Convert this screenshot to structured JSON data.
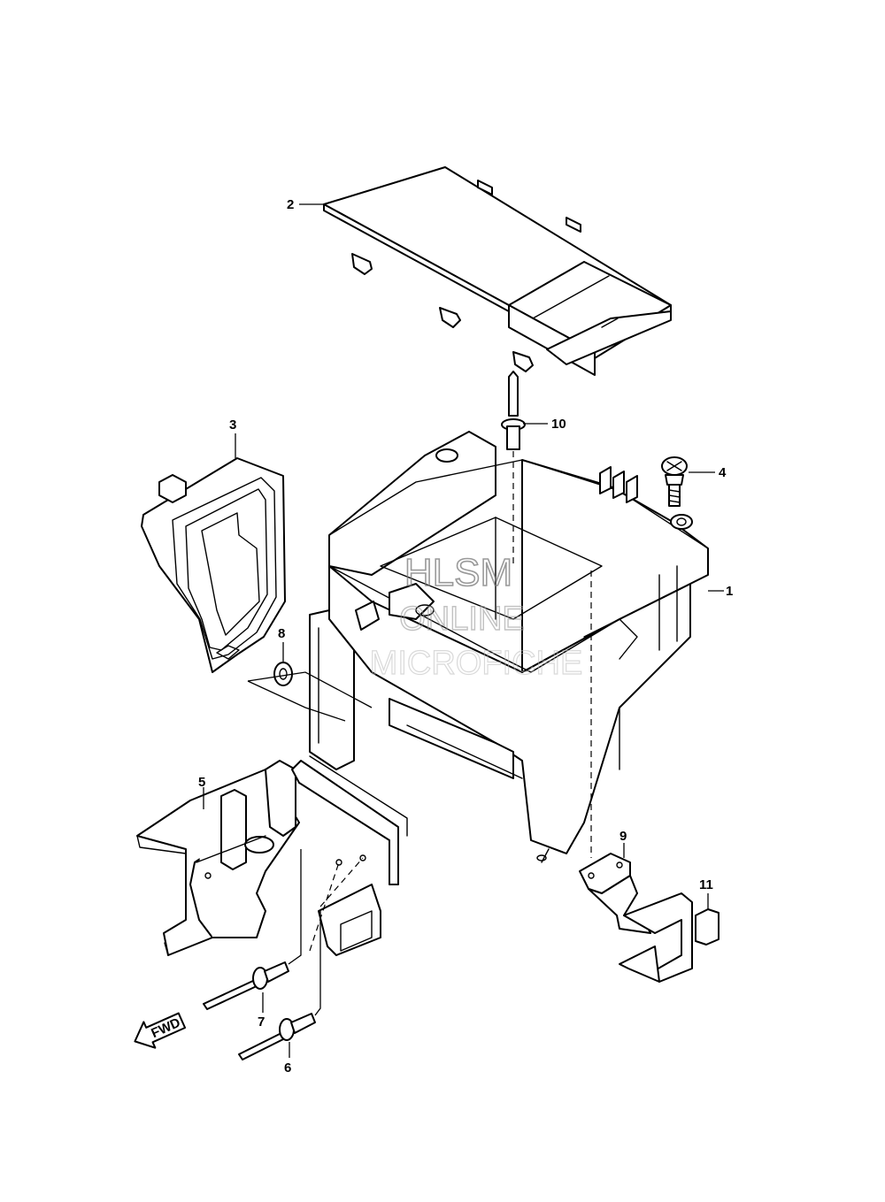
{
  "callouts": {
    "c1": "1",
    "c2": "2",
    "c3": "3",
    "c4": "4",
    "c5": "5",
    "c6": "6",
    "c7": "7",
    "c8": "8",
    "c9": "9",
    "c10": "10",
    "c11": "11"
  },
  "watermark": {
    "line1": "HLSM",
    "line2": "ONLINE",
    "line3": "MICROFICHE"
  },
  "direction_arrow": {
    "label": "FWD"
  },
  "icons": {
    "fwd_arrow": "forward-direction-arrow-icon"
  }
}
